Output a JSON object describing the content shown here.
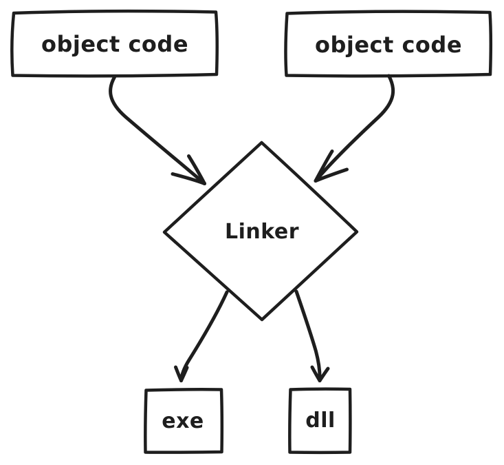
{
  "diagram": {
    "type": "flowchart",
    "style": "hand-drawn",
    "colors": {
      "stroke": "#1e1e1e",
      "background": "#ffffff",
      "text": "#1e1e1e"
    },
    "nodes": [
      {
        "id": "object-code-1",
        "label": "object code",
        "shape": "rectangle",
        "role": "input"
      },
      {
        "id": "object-code-2",
        "label": "object code",
        "shape": "rectangle",
        "role": "input"
      },
      {
        "id": "linker",
        "label": "Linker",
        "shape": "diamond",
        "role": "process"
      },
      {
        "id": "exe",
        "label": "exe",
        "shape": "rectangle",
        "role": "output"
      },
      {
        "id": "dll",
        "label": "dll",
        "shape": "rectangle",
        "role": "output"
      }
    ],
    "edges": [
      {
        "from": "object-code-1",
        "to": "linker",
        "arrow": "curved"
      },
      {
        "from": "object-code-2",
        "to": "linker",
        "arrow": "curved"
      },
      {
        "from": "linker",
        "to": "exe",
        "arrow": "curved"
      },
      {
        "from": "linker",
        "to": "dll",
        "arrow": "curved"
      }
    ]
  }
}
